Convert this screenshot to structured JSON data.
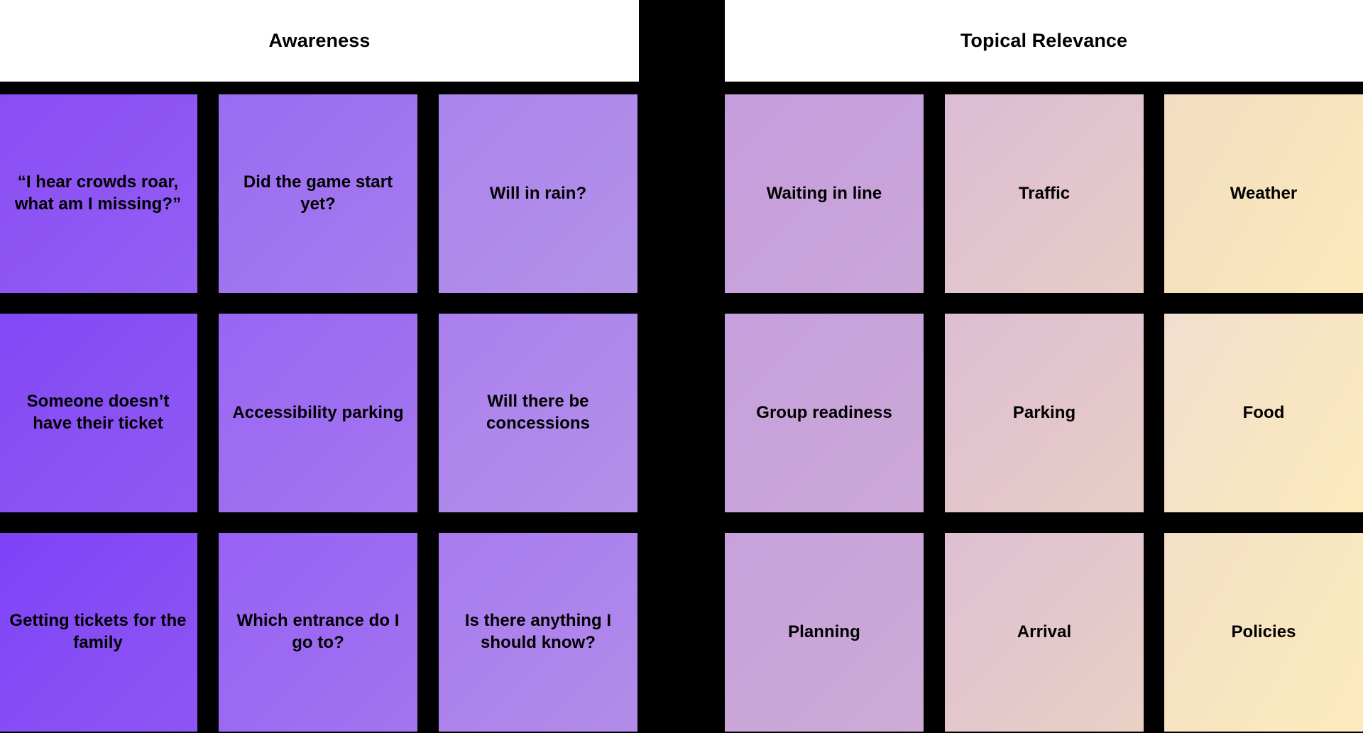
{
  "background_color": "#000000",
  "header_bar_color": "#ffffff",
  "text_color": "#000000",
  "panels": [
    {
      "id": "awareness",
      "title": "Awareness",
      "accent_start": "#8a4df5",
      "accent_end": "#b492e8",
      "cards": [
        {
          "row": 0,
          "col": 0,
          "label": "“I hear crowds roar, what am I missing?”"
        },
        {
          "row": 0,
          "col": 1,
          "label": "Did the game start yet?"
        },
        {
          "row": 0,
          "col": 2,
          "label": "Will in rain?"
        },
        {
          "row": 1,
          "col": 0,
          "label": "Someone doesn’t have their ticket"
        },
        {
          "row": 1,
          "col": 1,
          "label": "Accessibility parking"
        },
        {
          "row": 1,
          "col": 2,
          "label": "Will there be concessions"
        },
        {
          "row": 2,
          "col": 0,
          "label": "Getting tickets for the family"
        },
        {
          "row": 2,
          "col": 1,
          "label": "Which entrance do I go to?"
        },
        {
          "row": 2,
          "col": 2,
          "label": "Is there anything I should know?"
        }
      ]
    },
    {
      "id": "topical-relevance",
      "title": "Topical Relevance",
      "accent_start": "#c59ddd",
      "accent_end": "#fde9bb",
      "cards": [
        {
          "row": 0,
          "col": 0,
          "label": "Waiting in line"
        },
        {
          "row": 0,
          "col": 1,
          "label": "Traffic"
        },
        {
          "row": 0,
          "col": 2,
          "label": "Weather"
        },
        {
          "row": 1,
          "col": 0,
          "label": "Group readiness"
        },
        {
          "row": 1,
          "col": 1,
          "label": "Parking"
        },
        {
          "row": 1,
          "col": 2,
          "label": "Food"
        },
        {
          "row": 2,
          "col": 0,
          "label": "Planning"
        },
        {
          "row": 2,
          "col": 1,
          "label": "Arrival"
        },
        {
          "row": 2,
          "col": 2,
          "label": "Policies"
        }
      ]
    }
  ]
}
